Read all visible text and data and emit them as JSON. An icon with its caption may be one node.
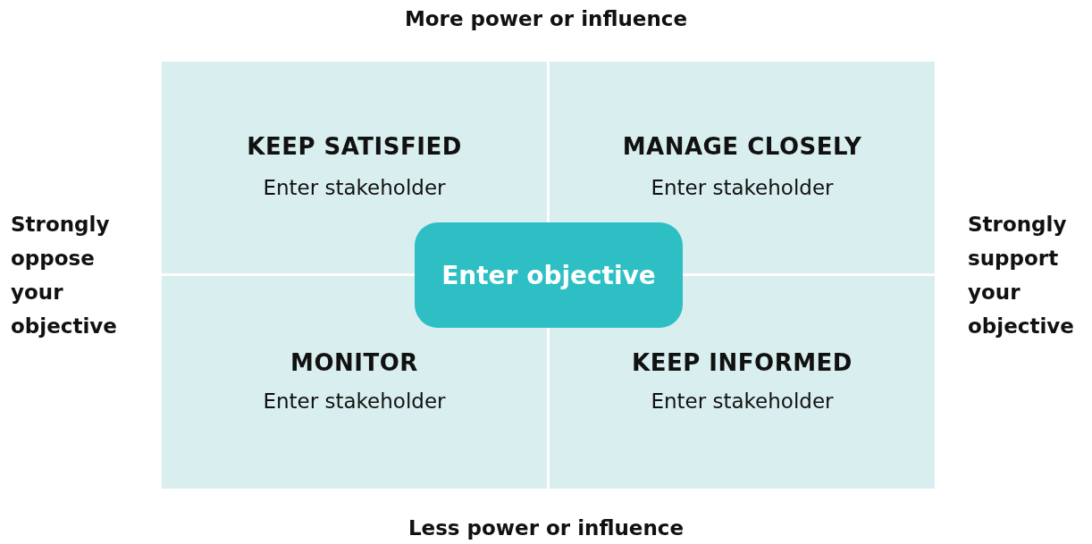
{
  "diagram": {
    "nodes": [
      {
        "text": [
          "KEEP SATISFIED",
          "Enter stakeholder"
        ]
      },
      {
        "text": [
          "MANAGE CLOSELY",
          "Enter stakeholder"
        ]
      },
      {
        "text": [
          "Enter objective"
        ]
      },
      {
        "text": [
          "MONITOR",
          "Enter stakeholder"
        ]
      },
      {
        "text": [
          "KEEP INFORMED",
          "Enter stakeholder"
        ]
      }
    ],
    "edges": [],
    "labels": [
      "More power or influence",
      "Strongly oppose your objective",
      "Strongly support your objective",
      "Less power or influence"
    ]
  }
}
